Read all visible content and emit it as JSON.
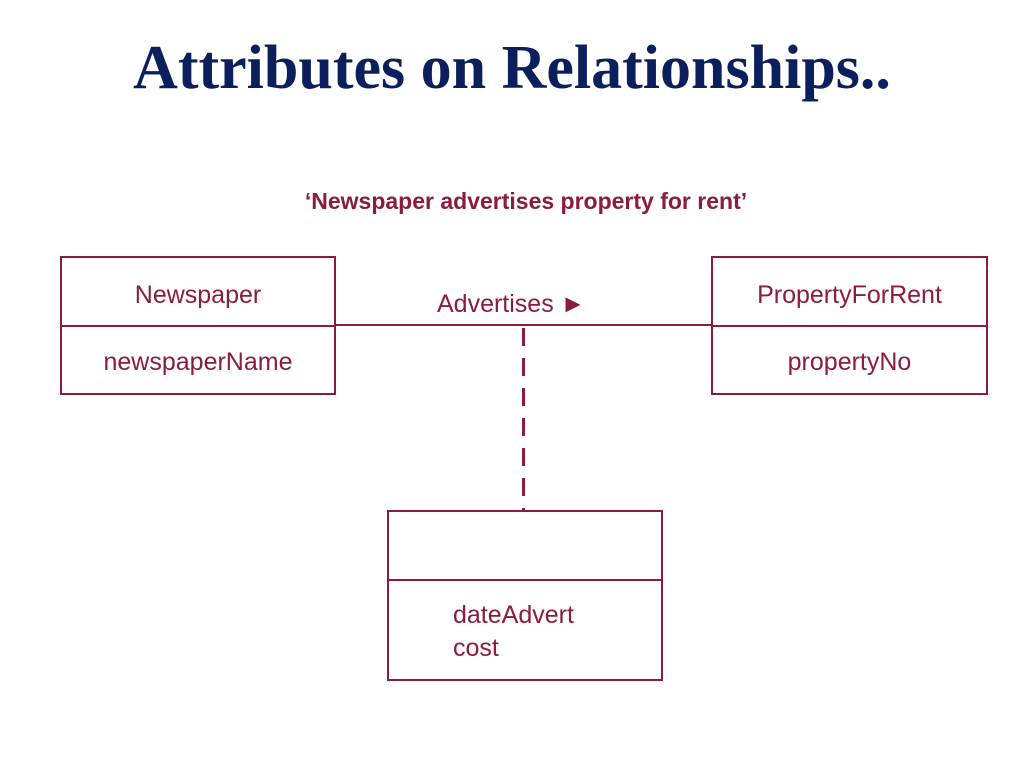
{
  "slide": {
    "title": "Attributes on Relationships..",
    "caption": "‘Newspaper advertises property for rent’"
  },
  "diagram": {
    "color": "#8b1c3c",
    "title_color": "#0b1f5c",
    "relationship": {
      "label": "Advertises ►"
    },
    "entities": {
      "newspaper": {
        "name": "Newspaper",
        "attribute": "newspaperName"
      },
      "property": {
        "name": "PropertyForRent",
        "attribute": "propertyNo"
      },
      "association": {
        "name": "",
        "attributes": [
          "dateAdvert",
          "cost"
        ]
      }
    }
  }
}
